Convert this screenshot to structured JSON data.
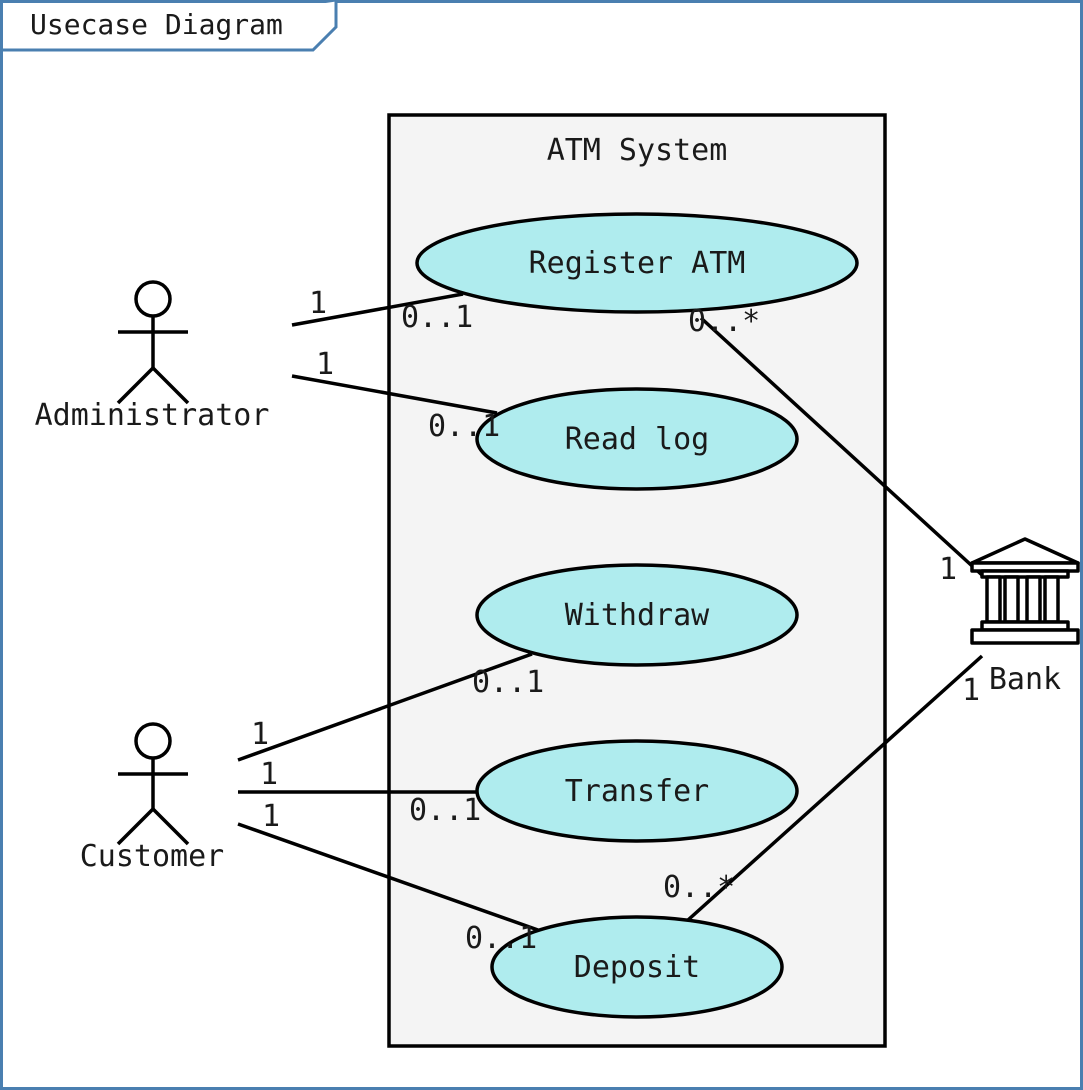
{
  "frame": {
    "title": "Usecase Diagram",
    "border_color": "#4a7fb0"
  },
  "system": {
    "title": "ATM System",
    "fill": "#f4f4f4"
  },
  "usecase_fill": "#afecee",
  "usecases": [
    {
      "id": "register-atm",
      "label": "Register ATM"
    },
    {
      "id": "read-log",
      "label": "Read log"
    },
    {
      "id": "withdraw",
      "label": "Withdraw"
    },
    {
      "id": "transfer",
      "label": "Transfer"
    },
    {
      "id": "deposit",
      "label": "Deposit"
    }
  ],
  "actors": [
    {
      "id": "administrator",
      "label": "Administrator",
      "icon": "stick-figure-icon"
    },
    {
      "id": "customer",
      "label": "Customer",
      "icon": "stick-figure-icon"
    },
    {
      "id": "bank",
      "label": "Bank",
      "icon": "bank-building-icon"
    }
  ],
  "associations": [
    {
      "from": "administrator",
      "to": "register-atm",
      "from_mult": "1",
      "to_mult": "0..1"
    },
    {
      "from": "administrator",
      "to": "read-log",
      "from_mult": "1",
      "to_mult": "0..1"
    },
    {
      "from": "bank",
      "to": "register-atm",
      "from_mult": "1",
      "to_mult": "0..*"
    },
    {
      "from": "customer",
      "to": "withdraw",
      "from_mult": "1",
      "to_mult": "0..1"
    },
    {
      "from": "customer",
      "to": "transfer",
      "from_mult": "1",
      "to_mult": "0..1"
    },
    {
      "from": "customer",
      "to": "deposit",
      "from_mult": "1",
      "to_mult": "0..1"
    },
    {
      "from": "bank",
      "to": "deposit",
      "from_mult": "1",
      "to_mult": "0..*"
    }
  ]
}
